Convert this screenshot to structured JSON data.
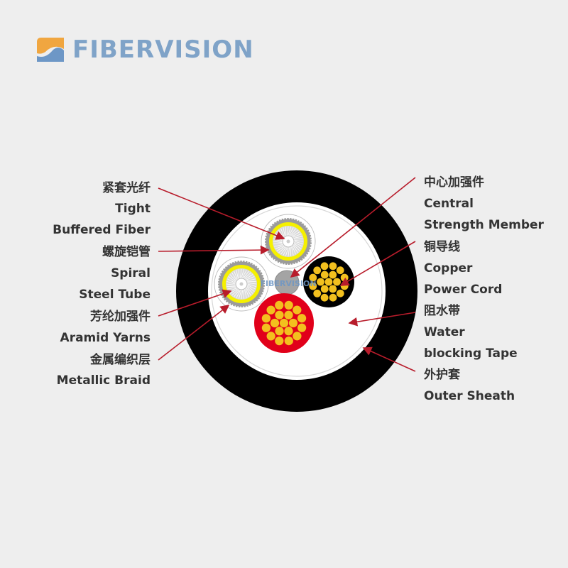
{
  "brand": {
    "name": "FIBERVISION",
    "accent": "#7fa3c8",
    "logo_orange": "#f0a640",
    "logo_blue": "#6d97c6"
  },
  "diagram": {
    "center_watermark": "FIBERVISION",
    "labels_left": [
      {
        "zh": "紧套光纤",
        "en": [
          "Tight",
          "Buffered Fiber"
        ]
      },
      {
        "zh": "螺旋铠管",
        "en": [
          "Spiral",
          "Steel Tube"
        ]
      },
      {
        "zh": "芳纶加强件",
        "en": [
          "Aramid Yarns"
        ]
      },
      {
        "zh": "金属编织层",
        "en": [
          "Metallic Braid"
        ]
      }
    ],
    "labels_right": [
      {
        "zh": "中心加强件",
        "en": [
          "Central",
          "Strength Member"
        ]
      },
      {
        "zh": "铜导线",
        "en": [
          "Copper",
          "Power Cord"
        ]
      },
      {
        "zh": "阻水带",
        "en": [
          "Water",
          "blocking Tape"
        ]
      },
      {
        "zh": "外护套",
        "en": [
          "Outer Sheath"
        ]
      }
    ],
    "colors": {
      "outer_sheath": "#000000",
      "tape": "#ffffff",
      "fiber_yellow": "#f5f000",
      "braid": "#9b9b9b",
      "copper": "#f3c01e",
      "red_jacket": "#e1001a",
      "leader": "#b81c2b"
    }
  }
}
